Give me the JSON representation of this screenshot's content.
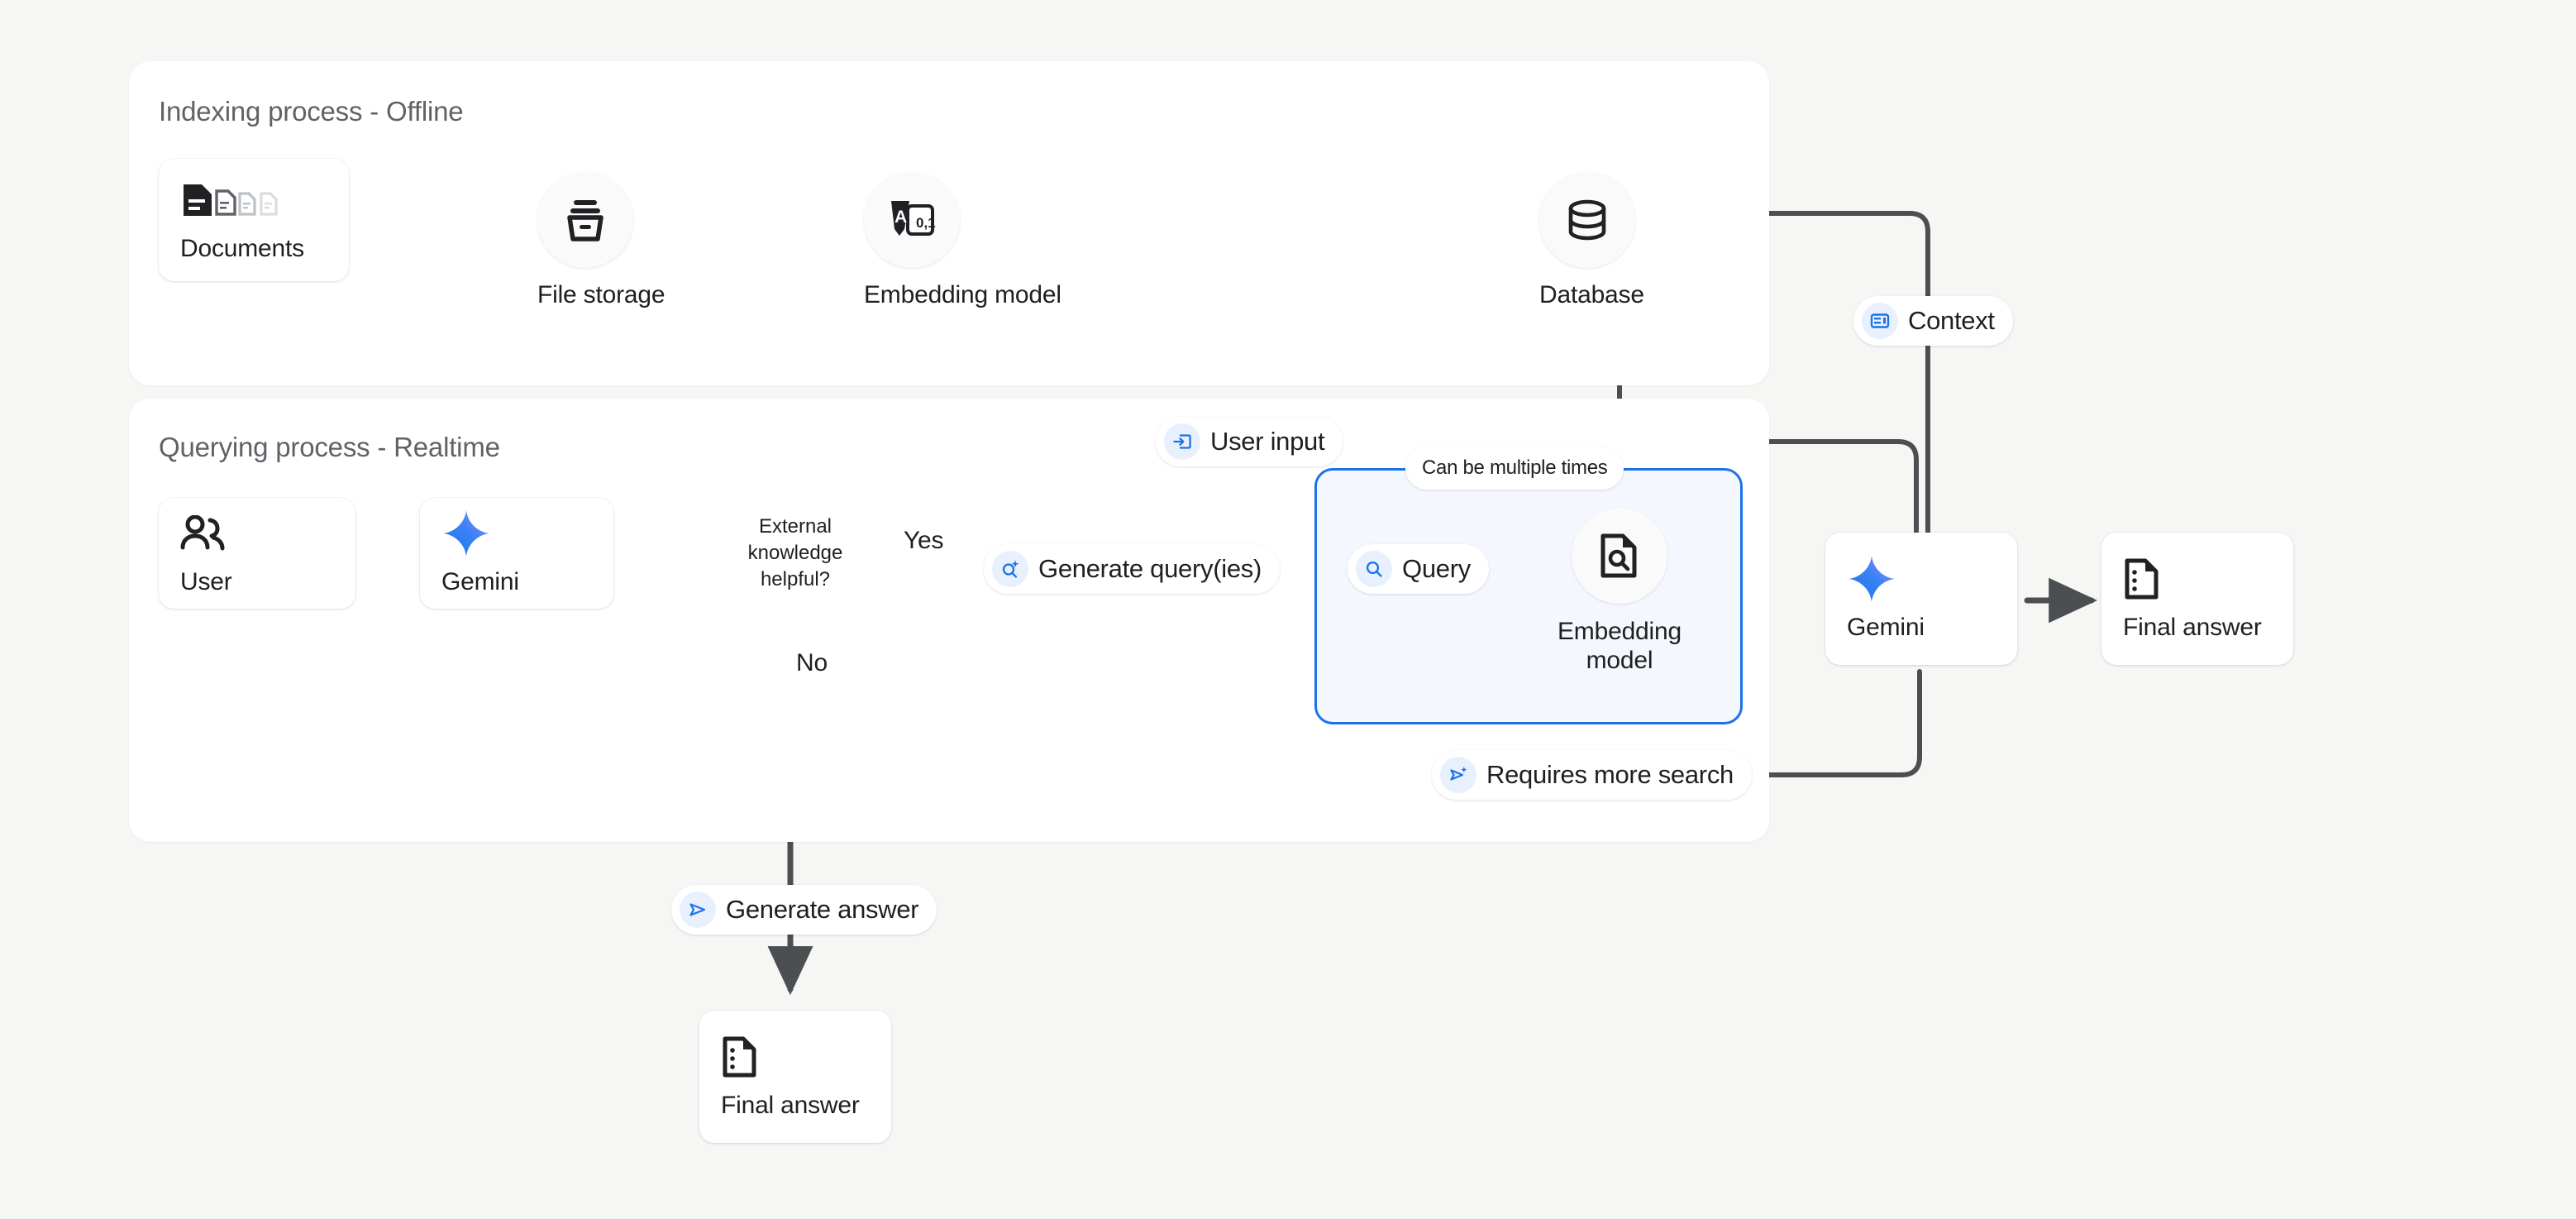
{
  "page": {
    "background": "#f6f6f4",
    "accent_blue": "#1a73e8",
    "loop_fill": "#f4f8fe"
  },
  "panels": {
    "indexing": {
      "title": "Indexing process - Offline"
    },
    "querying": {
      "title": "Querying process - Realtime"
    }
  },
  "indexing_nodes": {
    "documents": {
      "label": "Documents",
      "icon": "documents-icon"
    },
    "file_storage": {
      "label": "File storage",
      "icon": "file-storage-icon"
    },
    "embedding_model": {
      "label": "Embedding model",
      "icon": "embedding-model-icon",
      "icon_text_a": "A",
      "icon_text_bits": "0,1"
    },
    "database": {
      "label": "Database",
      "icon": "database-icon"
    }
  },
  "querying_nodes": {
    "user": {
      "label": "User",
      "icon": "users-icon"
    },
    "gemini_left": {
      "label": "Gemini",
      "icon": "gemini-star-icon"
    },
    "decision": {
      "label": "External knowledge helpful?"
    },
    "embedding_model_loop": {
      "label": "Embedding model",
      "icon": "document-search-icon"
    },
    "gemini_right": {
      "label": "Gemini",
      "icon": "gemini-star-icon"
    },
    "final_answer_right": {
      "label": "Final answer",
      "icon": "final-answer-icon"
    },
    "final_answer_bottom": {
      "label": "Final answer",
      "icon": "final-answer-icon"
    }
  },
  "badges": {
    "context": {
      "label": "Context",
      "icon": "context-panel-icon"
    },
    "user_input": {
      "label": "User input",
      "icon": "input-arrow-icon"
    },
    "generate_queries": {
      "label": "Generate query(ies)",
      "icon": "search-sparkle-icon"
    },
    "query": {
      "label": "Query",
      "icon": "search-icon"
    },
    "requires_more_search": {
      "label": "Requires more search",
      "icon": "send-sparkle-icon"
    },
    "generate_answer": {
      "label": "Generate answer",
      "icon": "send-icon"
    },
    "can_be_multiple_times": {
      "label": "Can be multiple times"
    }
  },
  "edge_labels": {
    "yes": "Yes",
    "no": "No"
  }
}
